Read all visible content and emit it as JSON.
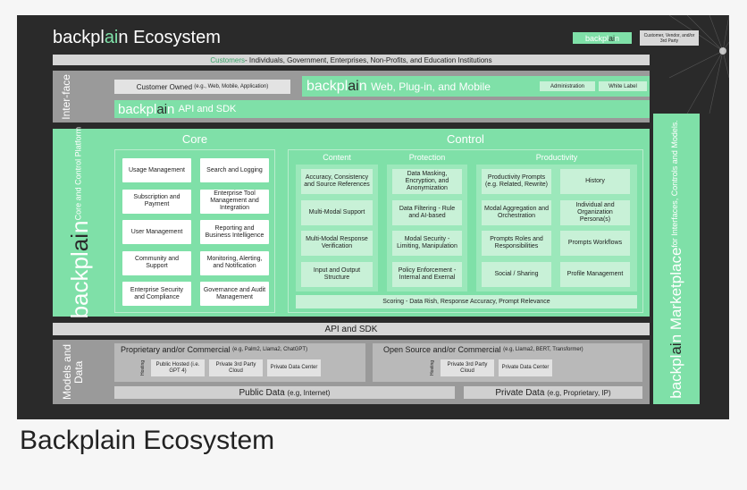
{
  "header": {
    "title_pre": "backpl",
    "title_ai": "ai",
    "title_post": "n Ecosystem",
    "legend_logo_pre": "backpl",
    "legend_logo_ai": "ai",
    "legend_logo_post": "n",
    "legend_note": "Customer, Vendor, and/or 3rd Party"
  },
  "customers": {
    "label": "Customers",
    "text": " - Individuals, Government, Enterprises, Non-Profits, and Education Institutions"
  },
  "interface": {
    "side_label": "Inter-face",
    "customer_owned": "Customer Owned",
    "customer_owned_sub": "(e.g., Web, Mobile, Application)",
    "web_logo_pre": "backpl",
    "web_logo_ai": "ai",
    "web_logo_post": "n",
    "web_text": "Web, Plug-in, and Mobile",
    "administration": "Administration",
    "white_label": "White Label",
    "api_logo_pre": "backpl",
    "api_logo_ai": "ai",
    "api_logo_post": "n",
    "api_text": "API and SDK"
  },
  "platform": {
    "side_logo_pre": "backpl",
    "side_logo_ai": "ai",
    "side_logo_post": "n",
    "side_sub": "Core and Control Platform"
  },
  "core": {
    "title": "Core",
    "items": [
      "Usage Management",
      "Search and Logging",
      "Subscription and Payment",
      "Enterprise Tool Management and Integration",
      "User Management",
      "Reporting and Business Intelligence",
      "Community and Support",
      "Monitoring, Alerting, and Notification",
      "Enterprise Security and Compliance",
      "Governance and Audit Management"
    ]
  },
  "control": {
    "title": "Control",
    "content_title": "Content",
    "content_items": [
      "Accuracy, Consistency and Source References",
      "Multi-Modal Support",
      "Multi-Modal Response Verification",
      "Input and Output Structure"
    ],
    "protection_title": "Protection",
    "protection_items": [
      "Data Masking, Encryption, and Anonymization",
      "Data Filtering - Rule and AI-based",
      "Modal Security - Limiting, Manipulation",
      "Policy Enforcement - Internal and Exernal"
    ],
    "productivity_title": "Productivity",
    "productivity_items": [
      "Productivity Prompts (e.g. Related, Rewrite)",
      "History",
      "Modal Aggregation and Orchestration",
      "Individual and Organization Persona(s)",
      "Prompts Roles and Responsibilities",
      "Prompts Workflows",
      "Social / Sharing",
      "Profile Management"
    ],
    "scoring": "Scoring - Data Rish, Response Accuracy, Prompt Relevance"
  },
  "marketplace": {
    "logo_pre": "backpl",
    "logo_ai": "ai",
    "logo_post": "n Marketplace",
    "sub": "for Interfaces, Controls and Models."
  },
  "api_sdk": "API and SDK",
  "models": {
    "side_label": "Models and Data",
    "proprietary": "Proprietary and/or Commercial",
    "proprietary_sub": "(e.g, Palm2, Llama2, ChatGPT)",
    "hosting": "Hosting",
    "prop_items": [
      "Public Hosted (i.e. GPT 4)",
      "Private 3rd Party Cloud",
      "Private Data Center"
    ],
    "open_source": "Open Source and/or Commercial",
    "open_source_sub": "(e.g, Llama2, BERT, Transformer)",
    "hosting2": "Hosting",
    "os_items": [
      "Private 3rd Party Cloud",
      "Private Data Center"
    ],
    "public_data": "Public Data",
    "public_data_sub": "(e.g, Internet)",
    "private_data": "Private Data",
    "private_data_sub": "(e.g, Proprietary, IP)"
  },
  "caption": "Backplain Ecosystem"
}
